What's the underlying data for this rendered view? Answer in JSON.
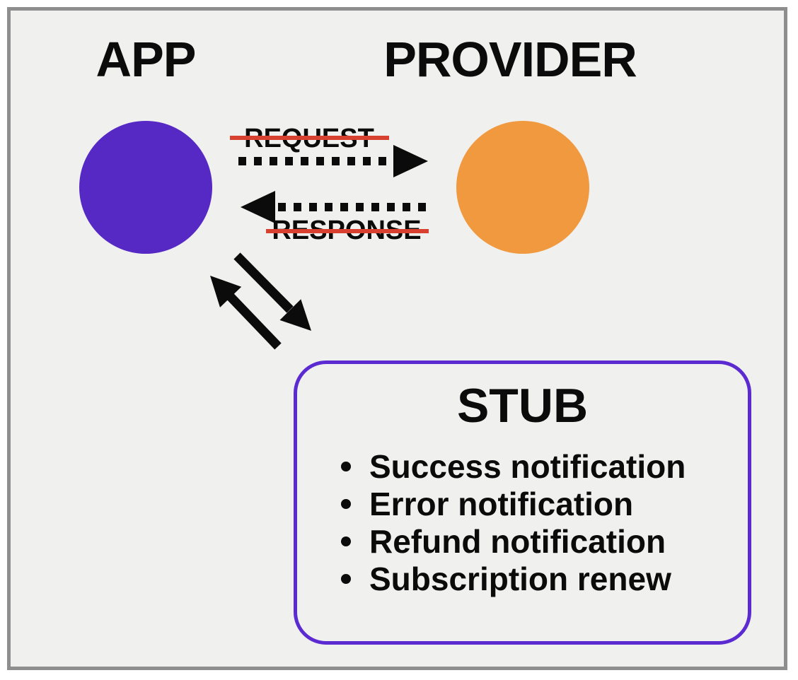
{
  "app": {
    "label": "APP"
  },
  "provider": {
    "label": "PROVIDER"
  },
  "request": {
    "label": "REQUEST",
    "struck_through": true
  },
  "response": {
    "label": "RESPONSE",
    "struck_through": true
  },
  "stub": {
    "title": "STUB",
    "items": [
      "Success notification",
      "Error notification",
      "Refund notification",
      "Subscription renew"
    ]
  },
  "icons": {
    "request_arrow": "dotted-right-arrow",
    "response_arrow": "dotted-left-arrow",
    "app_stub_link": "double-diagonal-solid-arrows",
    "bullet": "filled-circle"
  },
  "colors": {
    "app_circle": "#5629c4",
    "provider_circle": "#f0993e",
    "stub_border": "#5b2bd1",
    "strike": "#d8412f",
    "frame_border": "#8e8e8e",
    "canvas_bg": "#f0f0ef",
    "arrow": "#0b0b0b",
    "text": "#0b0b0b"
  }
}
